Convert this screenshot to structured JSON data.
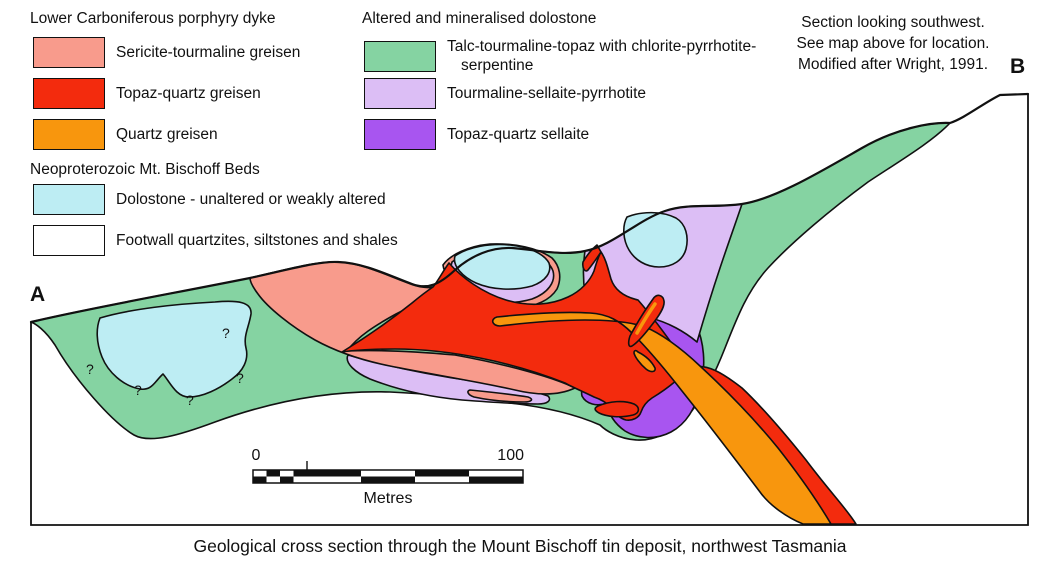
{
  "legend": {
    "groups": [
      {
        "header": "Lower Carboniferous porphyry dyke",
        "items": [
          {
            "label": "Sericite-tourmaline greisen",
            "color": "#F89B8C"
          },
          {
            "label": "Topaz-quartz greisen",
            "color": "#F32B0D"
          },
          {
            "label": "Quartz greisen",
            "color": "#F8960D"
          }
        ]
      },
      {
        "header": "Neoproterozoic Mt. Bischoff Beds",
        "items": [
          {
            "label": "Dolostone - unaltered or weakly altered",
            "color": "#BDEDF3"
          },
          {
            "label": "Footwall quartzites, siltstones and shales",
            "color": "#FFFFFF"
          }
        ]
      },
      {
        "header": "Altered and mineralised dolostone",
        "items": [
          {
            "label": "Talc-tourmaline-topaz with chlorite-pyrrhotite-serpentine",
            "color": "#85D3A2"
          },
          {
            "label": "Tourmaline-sellaite-pyrrhotite",
            "color": "#DCBEF5"
          },
          {
            "label": "Topaz-quartz sellaite",
            "color": "#A855F0"
          }
        ]
      }
    ]
  },
  "notes": {
    "line1": "Section looking southwest.",
    "line2": "See map above for location.",
    "line3": "Modified after Wright, 1991."
  },
  "section": {
    "label_a": "A",
    "label_b": "B",
    "question_mark": "?"
  },
  "scalebar": {
    "start": "0",
    "end": "100",
    "unit": "Metres"
  },
  "caption": "Geological cross section through the Mount Bischoff tin deposit, northwest Tasmania",
  "colors": {
    "green": "#85D3A2",
    "cyan": "#BDEDF3",
    "salmon": "#F89B8C",
    "red": "#F32B0D",
    "orange": "#F8960D",
    "lavender": "#DCBEF5",
    "purple": "#A855F0",
    "footwall": "#FFFFFF",
    "outline": "#111111"
  }
}
